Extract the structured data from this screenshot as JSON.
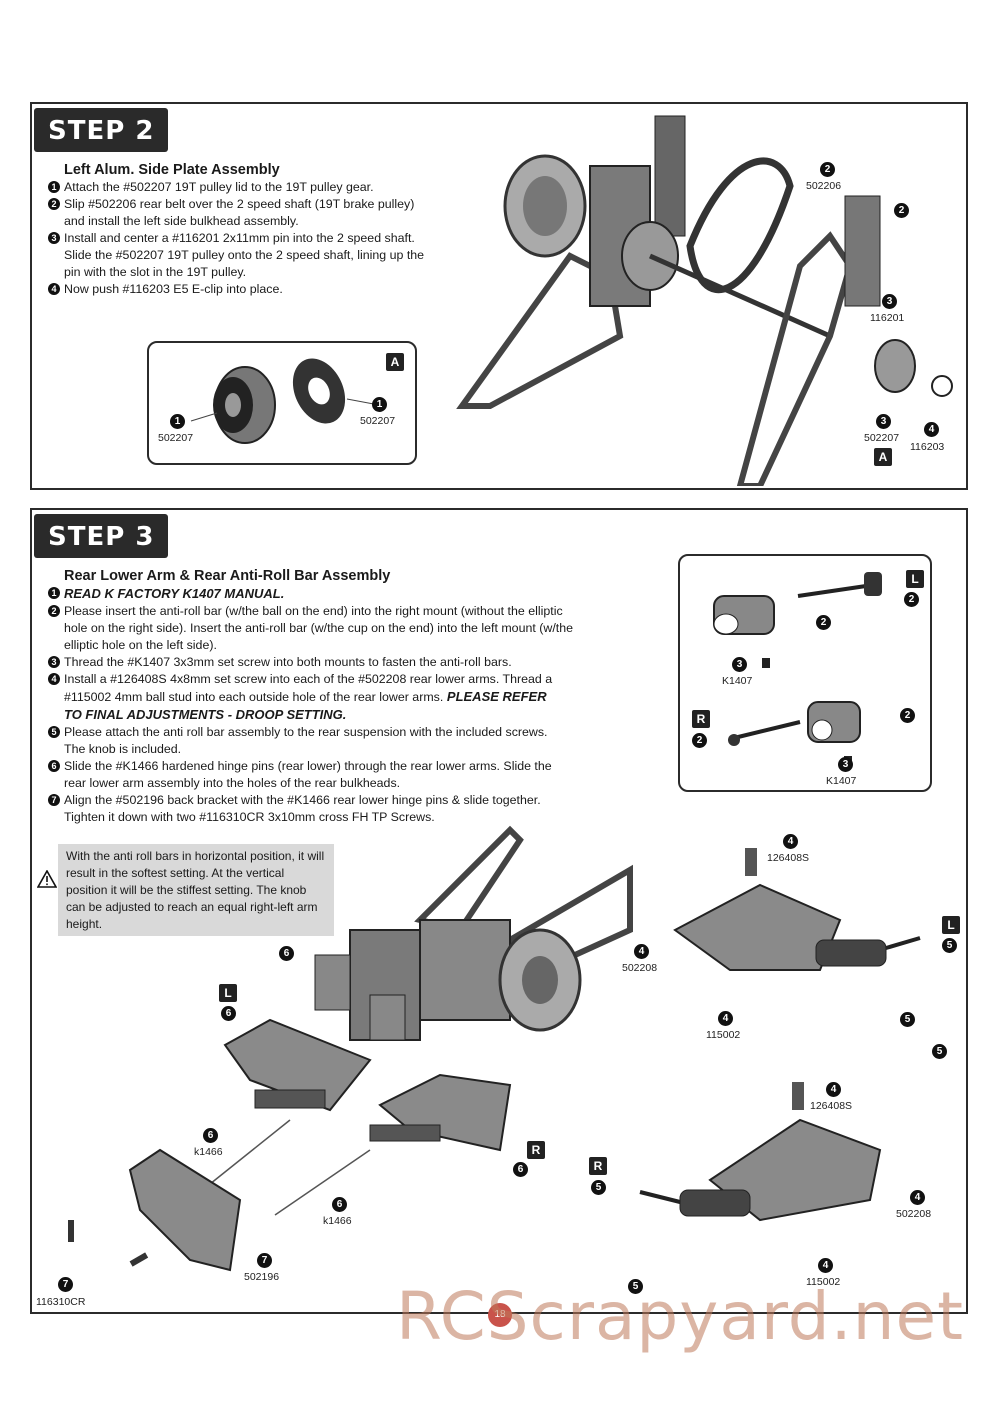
{
  "step2": {
    "badge": "STEP 2",
    "title": "Left Alum. Side Plate Assembly",
    "instructions": [
      {
        "n": "1",
        "text": "Attach the #502207 19T pulley lid to the 19T pulley gear."
      },
      {
        "n": "2",
        "text": "Slip #502206 rear belt over the 2 speed shaft (19T brake pulley)"
      },
      {
        "n": "",
        "text": "and install the left side bulkhead assembly."
      },
      {
        "n": "3",
        "text": "Install and center a #116201 2x11mm pin into the 2 speed shaft."
      },
      {
        "n": "",
        "text": "Slide the #502207 19T pulley onto the 2 speed shaft, lining up the"
      },
      {
        "n": "",
        "text": "pin with the slot in the 19T pulley."
      },
      {
        "n": "4",
        "text": "Now push #116203 E5 E-clip into place."
      }
    ],
    "inset_tag": "A",
    "inset_parts": [
      {
        "n": "1",
        "code": "502207"
      },
      {
        "n": "1",
        "code": "502207"
      }
    ],
    "parts": [
      {
        "n": "2",
        "code": "502206"
      },
      {
        "n": "2",
        "code": ""
      },
      {
        "n": "3",
        "code": "116201"
      },
      {
        "n": "3",
        "code": "502207"
      },
      {
        "n": "4",
        "code": "116203"
      }
    ],
    "main_tag": "A"
  },
  "step3": {
    "badge": "STEP 3",
    "title": "Rear Lower Arm & Rear Anti-Roll Bar Assembly",
    "instructions": [
      {
        "n": "1",
        "text": "READ K FACTORY K1407 MANUAL.",
        "em": true
      },
      {
        "n": "2",
        "text": "Please insert the anti-roll bar (w/the ball on the end) into the right mount (without the elliptic"
      },
      {
        "n": "",
        "text": "hole on the right side).  Insert the anti-roll bar (w/the cup on the end) into the left mount (w/the"
      },
      {
        "n": "",
        "text": "elliptic hole on the left side)."
      },
      {
        "n": "3",
        "text": "Thread the #K1407 3x3mm set screw into both mounts to fasten the anti-roll bars."
      },
      {
        "n": "4",
        "text": "Install a #126408S 4x8mm set screw into each of the #502208 rear lower arms.  Thread a"
      },
      {
        "n": "",
        "text": "#115002 4mm ball stud into each outside hole of the rear lower arms."
      },
      {
        "n": "",
        "text": "TO FINAL ADJUSTMENTS - DROOP SETTING.",
        "em": true
      },
      {
        "n": "5",
        "text": "Please attach the anti roll bar assembly to the rear suspension with the included screws."
      },
      {
        "n": "",
        "text": "The knob is included."
      },
      {
        "n": "6",
        "text": "Slide the #K1466 hardened hinge pins (rear lower) through the rear lower arms.  Slide the"
      },
      {
        "n": "",
        "text": "rear lower arm assembly into the holes of the rear bulkheads."
      },
      {
        "n": "7",
        "text": "Align the #502196 back bracket with the #K1466 rear lower hinge pins & slide together."
      },
      {
        "n": "",
        "text": "Tighten it down with two #116310CR 3x10mm cross FH TP Screws."
      }
    ],
    "please_refer": "PLEASE REFER",
    "note": "With the anti roll bars in horizontal position, it will result in the softest setting.  At the vertical position it will be the stiffest setting.  The knob can be adjusted to reach an equal right-left arm height.",
    "inset": {
      "tag_l": "L",
      "tag_r": "R",
      "parts": [
        {
          "n": "2",
          "code": ""
        },
        {
          "n": "2",
          "code": ""
        },
        {
          "n": "3",
          "code": "K1407"
        },
        {
          "n": "2",
          "code": ""
        },
        {
          "n": "2",
          "code": ""
        },
        {
          "n": "3",
          "code": "K1407"
        }
      ]
    },
    "labels": {
      "p126408S_a": "126408S",
      "p502208_a": "502208",
      "p115002_a": "115002",
      "p126408S_b": "126408S",
      "p502208_b": "502208",
      "p115002_b": "115002",
      "k1466_a": "k1466",
      "k1466_b": "k1466",
      "p502196": "502196",
      "p116310CR": "116310CR",
      "L": "L",
      "R": "R"
    }
  },
  "page_number": "18",
  "watermark": "RCScrapyard.net"
}
